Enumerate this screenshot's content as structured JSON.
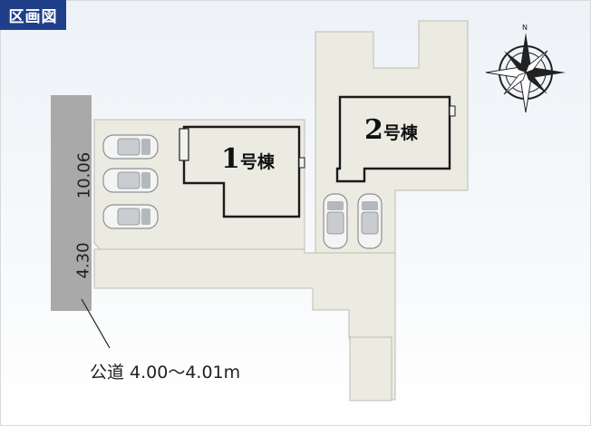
{
  "title": "区画図",
  "buildings": [
    {
      "number": "1",
      "suffix": "号棟"
    },
    {
      "number": "2",
      "suffix": "号棟"
    }
  ],
  "dimensions": {
    "frontage_lot": "10.06",
    "frontage_road": "4.30"
  },
  "road_label": "公道 4.00～4.01m",
  "compass": {
    "north": "N"
  },
  "colors": {
    "header": "#1f3f8a",
    "lot_fill": "#ecebe2",
    "road": "#a8a8a8",
    "building_outline": "#1a1a1a"
  }
}
